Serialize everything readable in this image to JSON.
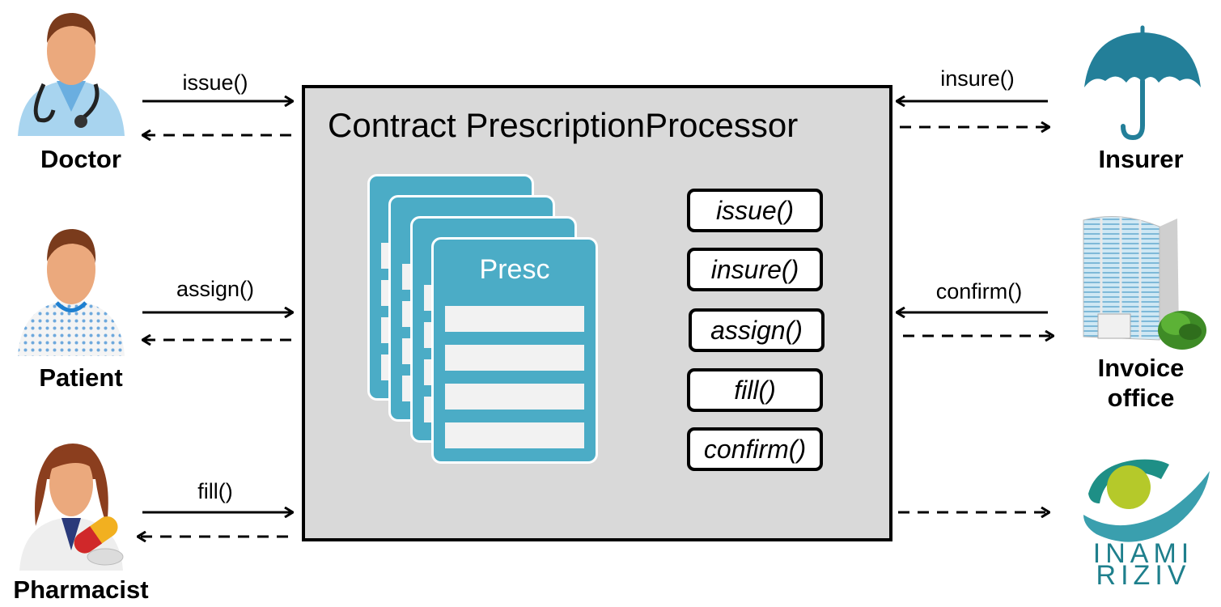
{
  "contract": {
    "title": "Contract PrescriptionProcessor",
    "record_label": "Presc",
    "record_stack_count": 4,
    "record_rows_per_page": 4,
    "methods": [
      "issue()",
      "insure()",
      "assign()",
      "fill()",
      "confirm()"
    ]
  },
  "actors_left": [
    {
      "name": "Doctor",
      "icon": "doctor-icon",
      "call": "issue()"
    },
    {
      "name": "Patient",
      "icon": "patient-icon",
      "call": "assign()"
    },
    {
      "name": "Pharmacist",
      "icon": "pharmacist-icon",
      "call": "fill()"
    }
  ],
  "actors_right": [
    {
      "name": "Insurer",
      "icon": "umbrella-icon",
      "call": "insure()"
    },
    {
      "name_line1": "Invoice",
      "name_line2": "office",
      "icon": "building-icon",
      "call": "confirm()"
    },
    {
      "logo_line1": "INAMI",
      "logo_line2": "RIZIV",
      "icon": "inami-riziv-logo",
      "call": ""
    }
  ],
  "colors": {
    "contract_fill": "#d9d9d9",
    "record_fill": "#4bacc6",
    "record_row": "#f2f2f2",
    "umbrella": "#237f99",
    "inami_teal": "#3a9fae",
    "inami_green": "#b5c92a"
  }
}
